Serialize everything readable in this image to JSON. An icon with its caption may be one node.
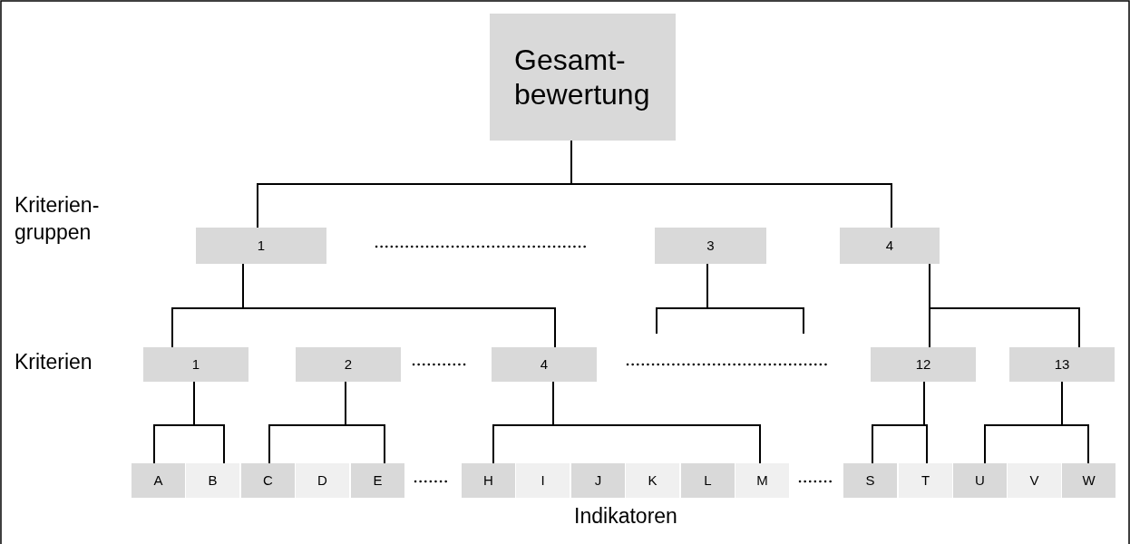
{
  "diagram": {
    "nodes": [
      {
        "text": [
          "Gesamt- bewertung"
        ]
      },
      {
        "text": [
          "1"
        ]
      },
      {
        "text": [
          "3"
        ]
      },
      {
        "text": [
          "4"
        ]
      },
      {
        "text": [
          "1"
        ]
      },
      {
        "text": [
          "2"
        ]
      },
      {
        "text": [
          "4"
        ]
      },
      {
        "text": [
          "12"
        ]
      },
      {
        "text": [
          "13"
        ]
      },
      {
        "text": [
          "A"
        ]
      },
      {
        "text": [
          "B"
        ]
      },
      {
        "text": [
          "C"
        ]
      },
      {
        "text": [
          "D"
        ]
      },
      {
        "text": [
          "E"
        ]
      },
      {
        "text": [
          "H"
        ]
      },
      {
        "text": [
          "I"
        ]
      },
      {
        "text": [
          "J"
        ]
      },
      {
        "text": [
          "K"
        ]
      },
      {
        "text": [
          "L"
        ]
      },
      {
        "text": [
          "M"
        ]
      },
      {
        "text": [
          "S"
        ]
      },
      {
        "text": [
          "T"
        ]
      },
      {
        "text": [
          "U"
        ]
      },
      {
        "text": [
          "V"
        ]
      },
      {
        "text": [
          "W"
        ]
      }
    ],
    "edges": [
      {
        "from": 0,
        "to": 1,
        "arrow": "none"
      },
      {
        "from": 0,
        "to": 3,
        "arrow": "none"
      },
      {
        "from": 1,
        "to": 4,
        "arrow": "none"
      },
      {
        "from": 1,
        "to": 6,
        "arrow": "none"
      },
      {
        "from": 2,
        "to": null,
        "arrow": "none"
      },
      {
        "from": 2,
        "to": null,
        "arrow": "none"
      },
      {
        "from": 3,
        "to": 7,
        "arrow": "none"
      },
      {
        "from": 3,
        "to": 8,
        "arrow": "none"
      },
      {
        "from": 4,
        "to": 9,
        "arrow": "none"
      },
      {
        "from": 4,
        "to": 10,
        "arrow": "none"
      },
      {
        "from": 5,
        "to": 11,
        "arrow": "none"
      },
      {
        "from": 5,
        "to": 13,
        "arrow": "none"
      },
      {
        "from": 6,
        "to": 14,
        "arrow": "none"
      },
      {
        "from": 6,
        "to": 19,
        "arrow": "none"
      },
      {
        "from": 7,
        "to": 20,
        "arrow": "none"
      },
      {
        "from": 7,
        "to": 21,
        "arrow": "none"
      },
      {
        "from": 8,
        "to": 22,
        "arrow": "none"
      },
      {
        "from": 8,
        "to": 24,
        "arrow": "none"
      }
    ],
    "labels": [
      "Kriterien- gruppen",
      "Kriterien",
      "Indikatoren"
    ]
  }
}
